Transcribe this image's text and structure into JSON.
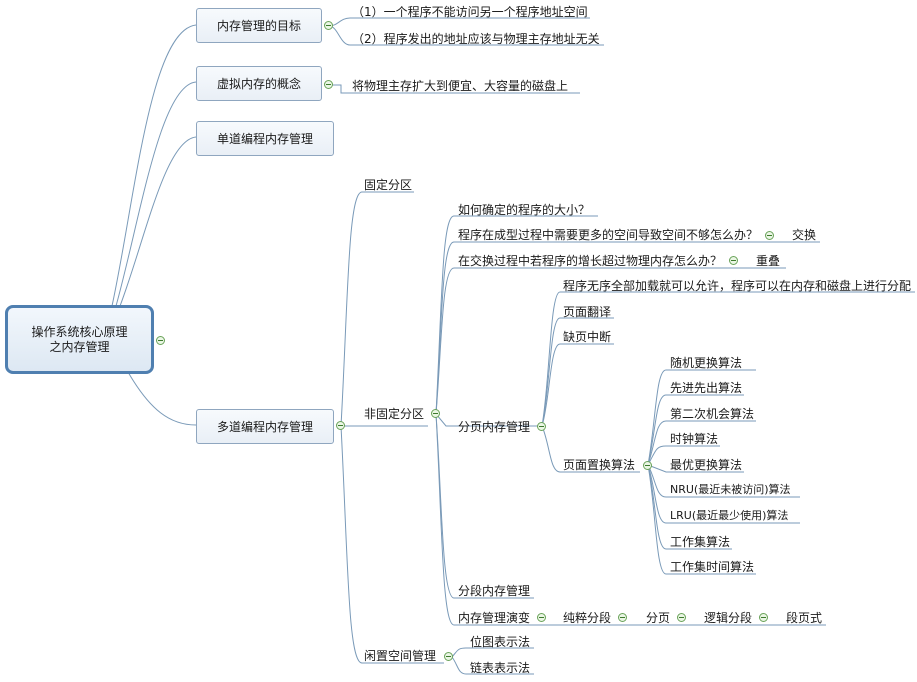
{
  "root": {
    "line1": "操作系统核心原理",
    "line2": "之内存管理"
  },
  "goal": {
    "title": "内存管理的目标",
    "items": [
      "（1）一个程序不能访问另一个程序地址空间",
      "（2）程序发出的地址应该与物理主存地址无关"
    ]
  },
  "virtual": {
    "title": "虚拟内存的概念",
    "item": "将物理主存扩大到便宜、大容量的磁盘上"
  },
  "single": {
    "title": "单道编程内存管理"
  },
  "multi": {
    "title": "多道编程内存管理",
    "fixed": "固定分区",
    "nonfixed": {
      "title": "非固定分区",
      "q1": "如何确定的程序的大小？",
      "q2": "程序在成型过程中需要更多的空间导致空间不够怎么办？",
      "q2_answer": "交换",
      "q3": "在交换过程中若程序的增长超过物理内存怎么办？",
      "q3_answer": "重叠",
      "paging": {
        "title": "分页内存管理",
        "items": [
          "程序无序全部加载就可以允许，程序可以在内存和磁盘上进行分配",
          "页面翻译",
          "缺页中断"
        ],
        "replace": {
          "title": "页面置换算法",
          "algos": [
            "随机更换算法",
            "先进先出算法",
            "第二次机会算法",
            "时钟算法",
            "最优更换算法",
            "NRU(最近未被访问)算法",
            "LRU(最近最少使用)算法",
            "工作集算法",
            "工作集时间算法"
          ]
        }
      },
      "segment": "分段内存管理",
      "evolution": {
        "title": "内存管理演变",
        "steps": [
          "纯粹分段",
          "分页",
          "逻辑分段",
          "段页式"
        ]
      }
    },
    "free": {
      "title": "闲置空间管理",
      "items": [
        "位图表示法",
        "链表表示法"
      ]
    }
  }
}
